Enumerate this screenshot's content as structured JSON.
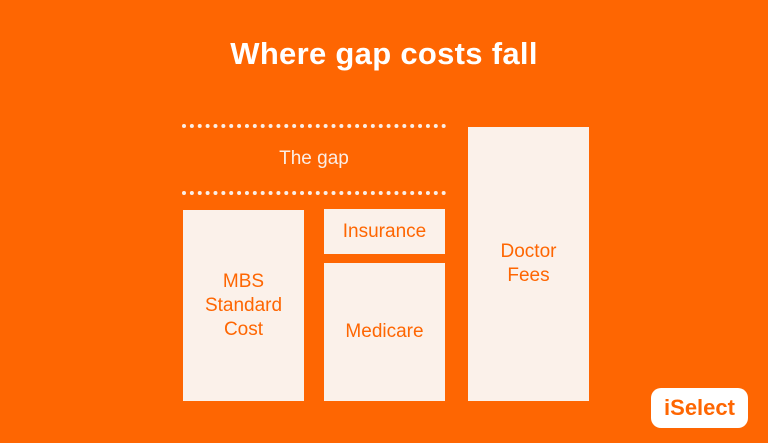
{
  "title": "Where gap costs fall",
  "gap_label": "The gap",
  "boxes": {
    "mbs": [
      "MBS",
      "Standard",
      "Cost"
    ],
    "insurance": [
      "Insurance"
    ],
    "medicare": [
      "Medicare"
    ],
    "doctor": [
      "Doctor",
      "Fees"
    ]
  },
  "logo": "iSelect",
  "colors": {
    "background": "#fe6602",
    "box": "#fbf1ea",
    "text_on_box": "#fe6602"
  }
}
